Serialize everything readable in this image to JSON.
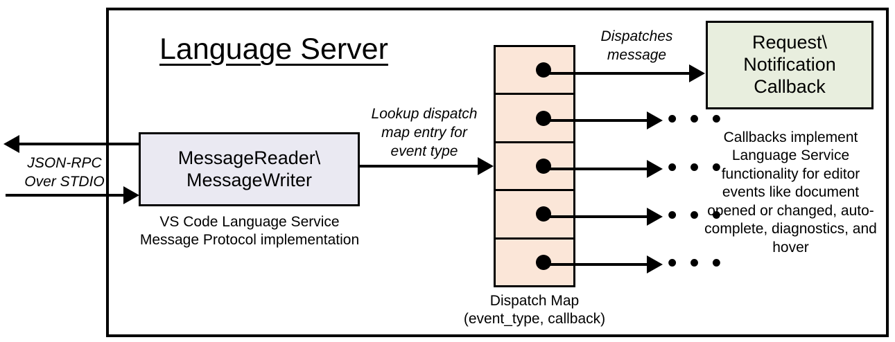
{
  "diagram": {
    "title": "Language Server",
    "boxes": {
      "message_io": {
        "label": "MessageReader\\\nMessageWriter",
        "line1": "MessageReader\\",
        "line2": "MessageWriter",
        "fill": "#eae9f2",
        "caption_line1": "VS Code Language Service",
        "caption_line2": "Message Protocol implementation"
      },
      "callback": {
        "line1": "Request\\",
        "line2": "Notification",
        "line3": "Callback",
        "fill": "#e8eede",
        "caption": "Callbacks implement Language Service functionality for editor events like document opened or changed, auto-complete, diagnostics, and hover"
      },
      "dispatch_map": {
        "fill": "#fbe6d8",
        "rows": 5,
        "caption_line1": "Dispatch Map",
        "caption_line2": "(event_type, callback)"
      }
    },
    "edge_labels": {
      "jsonrpc_line1": "JSON-RPC",
      "jsonrpc_line2": "Over STDIO",
      "lookup_line1": "Lookup dispatch",
      "lookup_line2": "map entry for",
      "lookup_line3": "event type",
      "dispatches_line1": "Dispatches",
      "dispatches_line2": "message"
    },
    "ellipsis": "• • •",
    "colors": {
      "stroke": "#000000",
      "background": "#ffffff"
    }
  }
}
